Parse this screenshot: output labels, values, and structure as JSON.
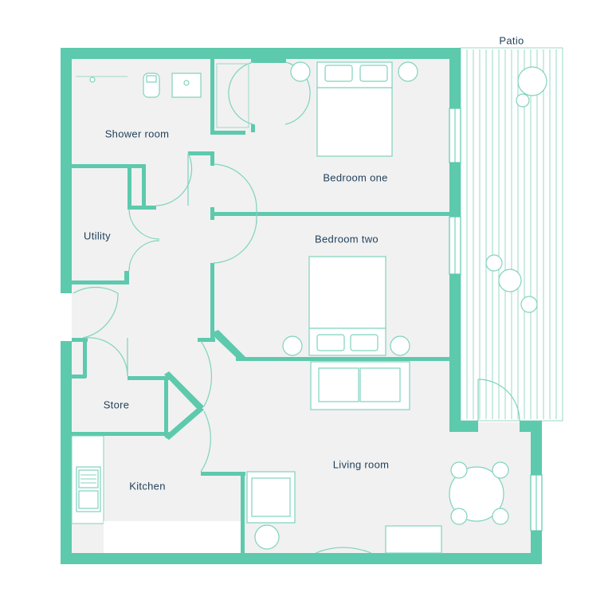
{
  "plan": {
    "colors": {
      "wall": "#5dc9ad",
      "floor": "#f1f1f1",
      "label": "#1f3f5a",
      "line": "#7fd3bd"
    },
    "rooms": {
      "patio": "Patio",
      "shower_room": "Shower room",
      "bedroom_one": "Bedroom one",
      "bedroom_two": "Bedroom two",
      "utility": "Utility",
      "store": "Store",
      "kitchen": "Kitchen",
      "living_room": "Living room"
    }
  }
}
